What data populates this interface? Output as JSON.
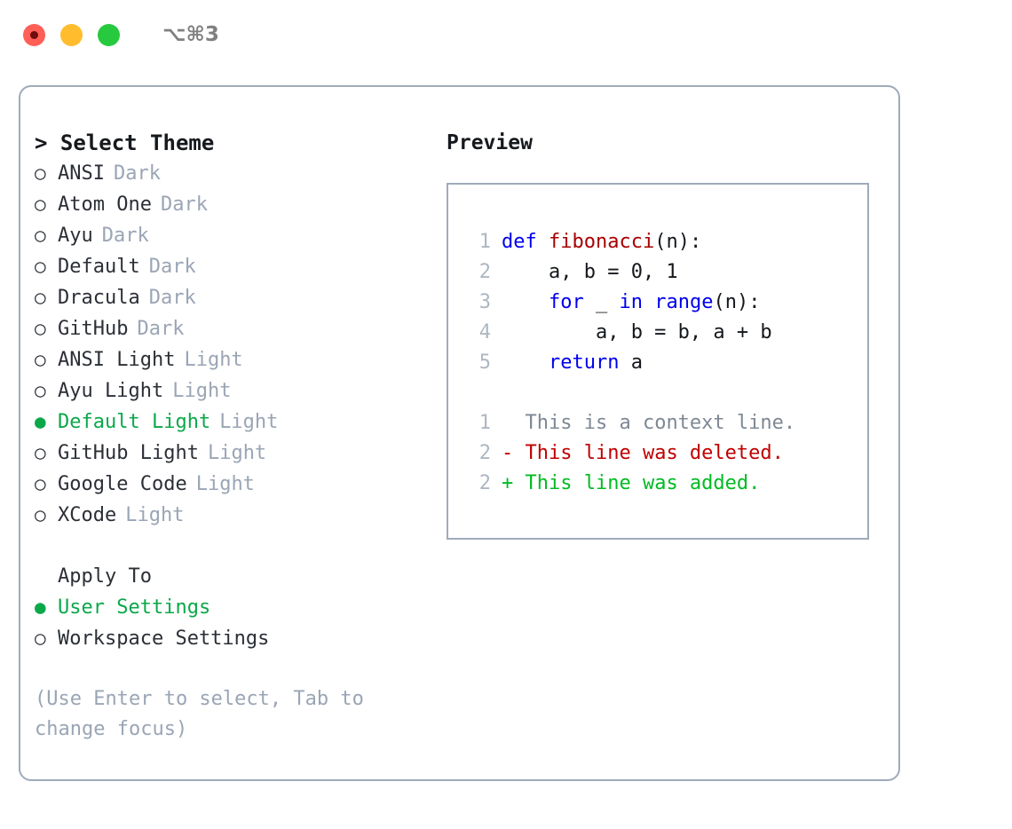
{
  "titlebar": {
    "shortcut": "⌥⌘3",
    "buttons": [
      {
        "name": "close",
        "color": "#ff5f56"
      },
      {
        "name": "minimize",
        "color": "#ffbd2e"
      },
      {
        "name": "zoom",
        "color": "#27c93f"
      }
    ]
  },
  "theme_list": {
    "header": "> Select Theme",
    "selected_marker": "●",
    "unselected_marker": "○",
    "items": [
      {
        "marker": "○",
        "label": "ANSI",
        "tag": "Dark",
        "selected": false
      },
      {
        "marker": "○",
        "label": "Atom One",
        "tag": "Dark",
        "selected": false
      },
      {
        "marker": "○",
        "label": "Ayu",
        "tag": "Dark",
        "selected": false
      },
      {
        "marker": "○",
        "label": "Default",
        "tag": "Dark",
        "selected": false
      },
      {
        "marker": "○",
        "label": "Dracula",
        "tag": "Dark",
        "selected": false
      },
      {
        "marker": "○",
        "label": "GitHub",
        "tag": "Dark",
        "selected": false
      },
      {
        "marker": "○",
        "label": "ANSI Light",
        "tag": "Light",
        "selected": false
      },
      {
        "marker": "○",
        "label": "Ayu Light",
        "tag": "Light",
        "selected": false
      },
      {
        "marker": "●",
        "label": "Default Light",
        "tag": "Light",
        "selected": true
      },
      {
        "marker": "○",
        "label": "GitHub Light",
        "tag": "Light",
        "selected": false
      },
      {
        "marker": "○",
        "label": "Google Code",
        "tag": "Light",
        "selected": false
      },
      {
        "marker": "○",
        "label": "XCode",
        "tag": "Light",
        "selected": false
      }
    ]
  },
  "apply_to": {
    "header": "Apply To",
    "items": [
      {
        "marker": "●",
        "label": "User Settings",
        "selected": true
      },
      {
        "marker": "○",
        "label": "Workspace Settings",
        "selected": false
      }
    ]
  },
  "hint": "(Use Enter to select, Tab to change focus)",
  "preview": {
    "title": "Preview",
    "code_lines": [
      {
        "no": "1",
        "tokens": [
          {
            "t": "def",
            "k": "kw"
          },
          {
            "t": " ",
            "k": "pl"
          },
          {
            "t": "fibonacci",
            "k": "fn"
          },
          {
            "t": "(n):",
            "k": "pl"
          }
        ]
      },
      {
        "no": "2",
        "tokens": [
          {
            "t": "    a, b = 0, 1",
            "k": "pl"
          }
        ]
      },
      {
        "no": "3",
        "tokens": [
          {
            "t": "    ",
            "k": "pl"
          },
          {
            "t": "for",
            "k": "kw"
          },
          {
            "t": " _ ",
            "k": "pl"
          },
          {
            "t": "in",
            "k": "kw"
          },
          {
            "t": " ",
            "k": "pl"
          },
          {
            "t": "range",
            "k": "kw"
          },
          {
            "t": "(n):",
            "k": "pl"
          }
        ]
      },
      {
        "no": "4",
        "tokens": [
          {
            "t": "        a, b = b, a + b",
            "k": "pl"
          }
        ]
      },
      {
        "no": "5",
        "tokens": [
          {
            "t": "    ",
            "k": "pl"
          },
          {
            "t": "return",
            "k": "kw"
          },
          {
            "t": " a",
            "k": "pl"
          }
        ]
      }
    ],
    "diff_lines": [
      {
        "no": "1",
        "prefix": "  ",
        "text": "This is a context line.",
        "kind": "ctx"
      },
      {
        "no": "2",
        "prefix": "- ",
        "text": "This line was deleted.",
        "kind": "del"
      },
      {
        "no": "2",
        "prefix": "+ ",
        "text": "This line was added.",
        "kind": "add"
      }
    ]
  },
  "colors": {
    "accent_green": "#0ba84a",
    "diff_add": "#00bb22",
    "diff_del": "#c00000",
    "keyword_blue": "#0000ee",
    "function_red": "#a80000",
    "muted": "#9aa5b5",
    "border": "#9fabba"
  }
}
